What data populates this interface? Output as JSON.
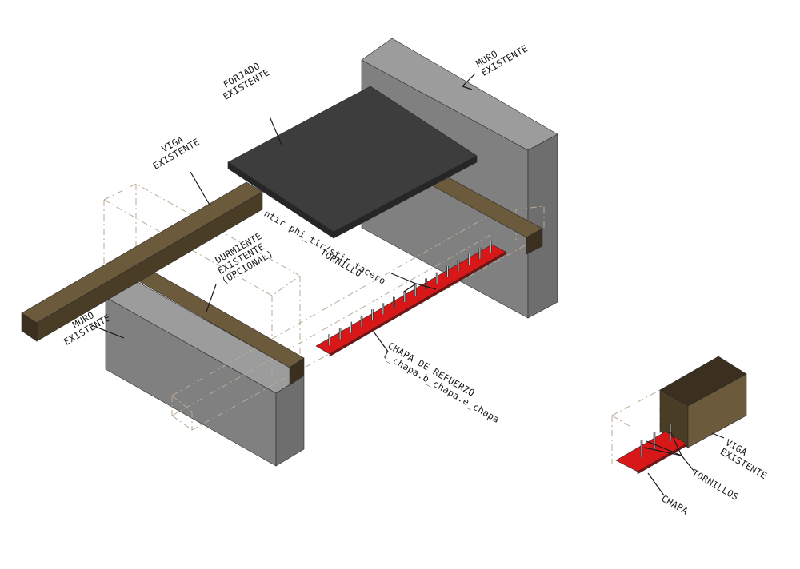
{
  "labels": {
    "muro_existente_top": [
      "MURO",
      "EXISTENTE"
    ],
    "forjado_existente": [
      "FORJADO",
      "EXISTENTE"
    ],
    "viga_existente_left": [
      "VIGA",
      "EXISTENTE"
    ],
    "durmiente": [
      "DURMIENTE",
      "EXISTENTE",
      "(OPCIONAL)"
    ],
    "tornillo": [
      "TORNILLO",
      "ntir phi_tir/stir tacero"
    ],
    "muro_existente_left": [
      "MURO",
      "EXISTENTE"
    ],
    "chapa_refuerzo": [
      "CHAPA DE REFUERZO",
      "l_chapa.b_chapa.e_chapa"
    ],
    "viga_existente_detail": [
      "VIGA",
      "EXISTENTE"
    ],
    "tornillos_detail": "TORNILLOS",
    "chapa_detail": "CHAPA"
  },
  "colors": {
    "wall_front": "#808080",
    "wall_side": "#6e6e6e",
    "wall_top": "#9c9c9c",
    "slab_top": "#3d3d3d",
    "slab_edge": "#262626",
    "beam_top": "#6b5a3c",
    "beam_side": "#4a3d26",
    "beam_end": "#3b3020",
    "plate": "#d81818",
    "plate_edge": "#8a0c0c",
    "bolt": "#cfcfcf"
  },
  "bolt_count_main": 16,
  "bolt_count_detail": 3
}
